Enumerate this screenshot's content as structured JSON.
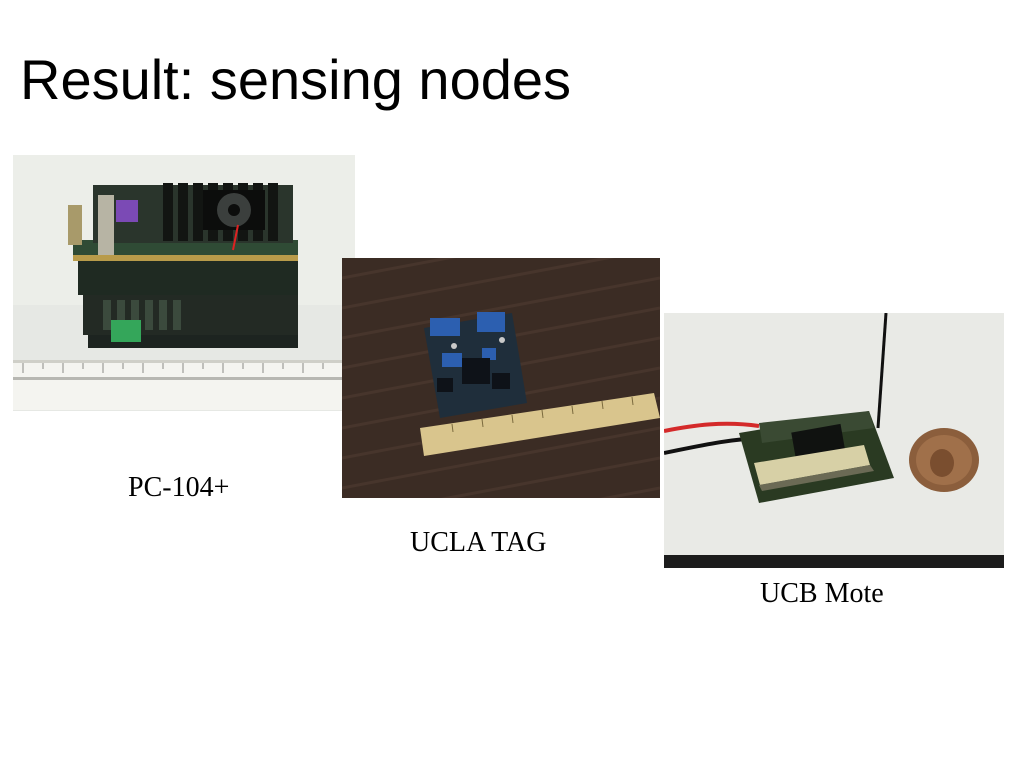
{
  "slide": {
    "title": "Result: sensing nodes"
  },
  "photos": [
    {
      "caption": "PC-104+"
    },
    {
      "caption": "UCLA TAG"
    },
    {
      "caption": "UCB Mote"
    }
  ]
}
